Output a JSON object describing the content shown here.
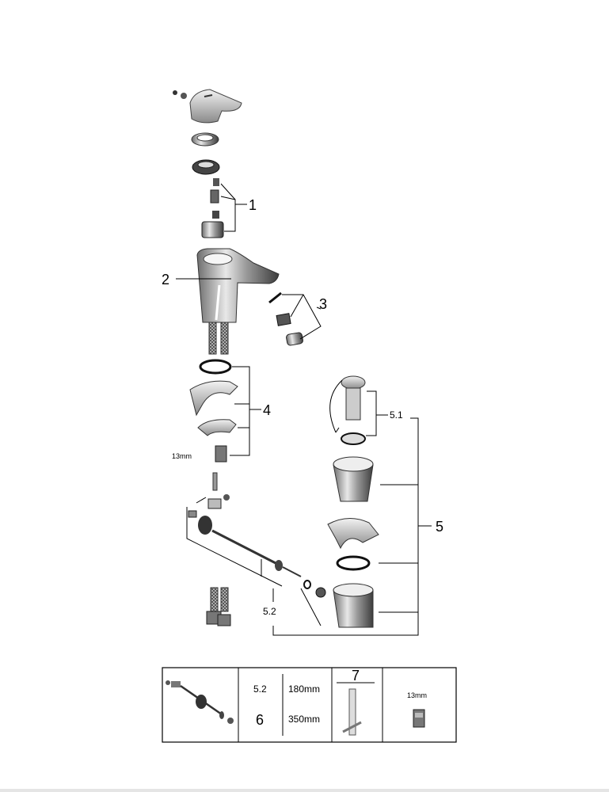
{
  "callouts": {
    "c1": "1",
    "c2": "2",
    "c3": "3",
    "c4": "4",
    "c5": "5",
    "c51": "5.1",
    "c52": "5.2",
    "wrench_size": "13mm"
  },
  "table": {
    "row1_code": "5.2",
    "row1_length": "180mm",
    "row2_code": "6",
    "row2_length": "350mm",
    "tool_code": "7",
    "nut_size": "13mm"
  }
}
